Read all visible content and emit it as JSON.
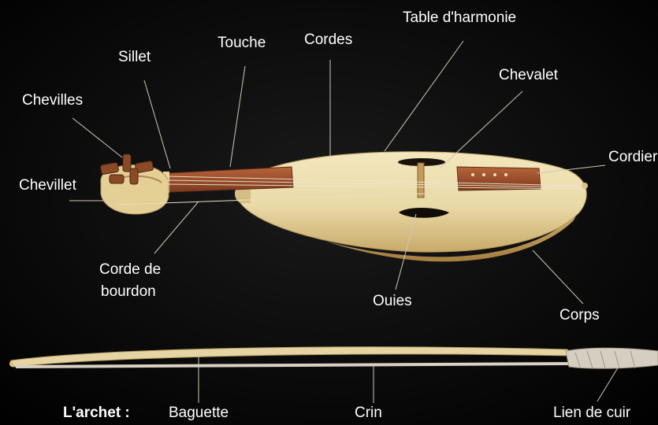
{
  "labels": {
    "table_harmonie": "Table d'harmonie",
    "cordes": "Cordes",
    "touche": "Touche",
    "sillet": "Sillet",
    "chevalet": "Chevalet",
    "chevilles": "Chevilles",
    "cordier": "Cordier",
    "chevillet": "Chevillet",
    "corde_de_bourdon_line1": "Corde de",
    "corde_de_bourdon_line2": "bourdon",
    "ouies": "Ouies",
    "corps": "Corps",
    "archet": "L'archet :",
    "baguette": "Baguette",
    "crin": "Crin",
    "lien_de_cuir": "Lien de cuir"
  },
  "colors": {
    "background": "#050505",
    "label_text": "#ffffff",
    "leader_line": "#cfc7b8",
    "wood_body": "#e7d8a4",
    "wood_dark": "#a9772f",
    "fingerboard": "#9a4f2d",
    "bow_stick": "#e8d9ad",
    "bow_hair": "#d7d0c3",
    "leather": "#d9d2c4"
  }
}
